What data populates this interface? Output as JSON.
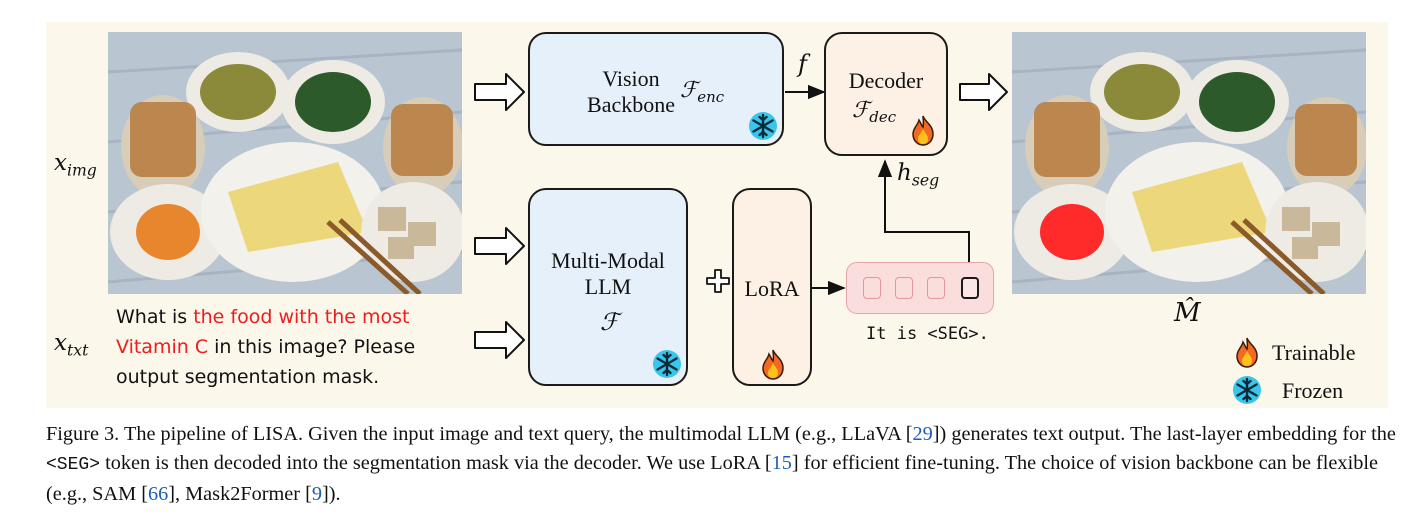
{
  "figure": {
    "inputs": {
      "image_symbol": "𝑥",
      "image_subscript": "img",
      "text_symbol": "𝑥",
      "text_subscript": "txt"
    },
    "query": {
      "part1": "What is ",
      "highlight": "the food with the most Vitamin C",
      "part2": " in this image? Please output segmentation mask."
    },
    "vision_backbone": {
      "label_line1": "Vision",
      "label_line2": "Backbone",
      "symbol": "ℱ",
      "subscript": "enc",
      "status_icon": "snowflake-icon"
    },
    "feature_label": "f",
    "decoder": {
      "label": "Decoder",
      "symbol": "ℱ",
      "subscript": "dec",
      "status_icon": "flame-icon"
    },
    "hidden_label": {
      "symbol": "h",
      "subscript": "seg"
    },
    "llm": {
      "label_line1": "Multi-Modal",
      "label_line2": "LLM",
      "symbol": "ℱ",
      "status_icon": "snowflake-icon"
    },
    "plus_symbol": "+",
    "lora": {
      "label": "LoRA",
      "status_icon": "flame-icon"
    },
    "output_text": "It is <SEG>.",
    "mask_label": "M̂",
    "legend": {
      "trainable": "Trainable",
      "frozen": "Frozen"
    },
    "colors": {
      "frozen_box": "#e6f0fb",
      "trainable_box": "#fdf0e4",
      "token_fill": "#f9dedd",
      "query_highlight": "#ee1c1c",
      "mask": "#ff2b2b",
      "reference_link": "#1a5fb4"
    }
  },
  "caption": {
    "label": "Figure 3.",
    "t1": " The pipeline of LISA. Given the input image and text query, the multimodal LLM (e.g., LLaVA [",
    "r1": "29",
    "t2": "]) generates text output. The last-layer embedding for the ",
    "token": "<SEG>",
    "t3": " token is then decoded into the segmentation mask via the decoder. We use LoRA [",
    "r2": "15",
    "t4": "] for efficient fine-tuning. The choice of vision backbone can be flexible (e.g., SAM [",
    "r3": "66",
    "t5": "], Mask2Former [",
    "r4": "9",
    "t6": "])."
  }
}
